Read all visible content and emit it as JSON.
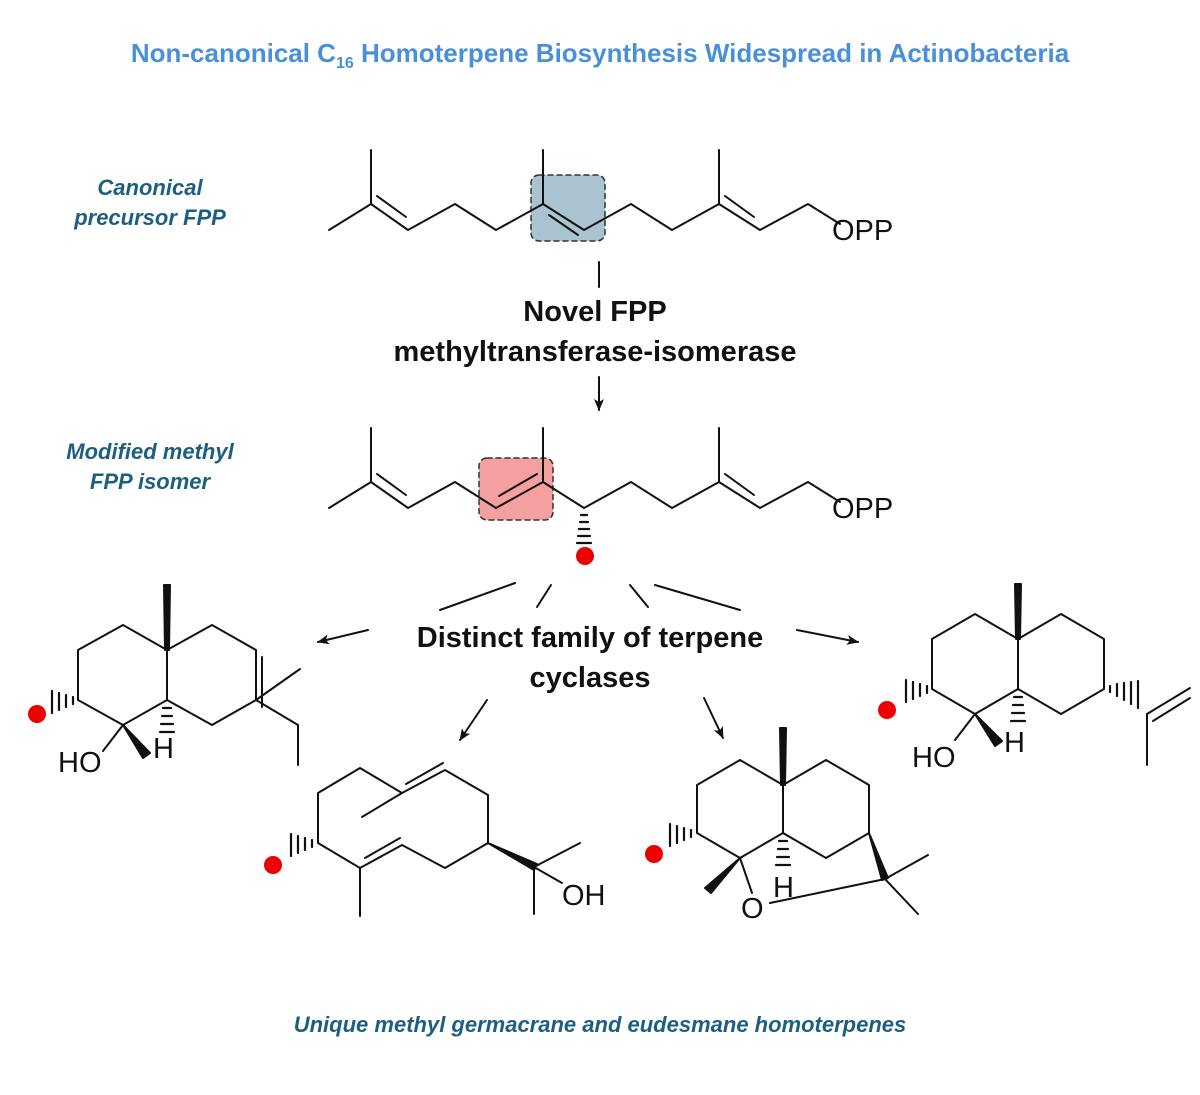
{
  "title": {
    "prefix": "Non-canonical C",
    "subscript": "16",
    "suffix": " Homoterpene Biosynthesis Widespread in Actinobacteria"
  },
  "labels": {
    "canonical_line1": "Canonical",
    "canonical_line2": "precursor FPP",
    "modified_line1": "Modified methyl",
    "modified_line2": "FPP isomer"
  },
  "enzymes": {
    "methyltransferase_line1": "Novel FPP",
    "methyltransferase_line2": "methyltransferase-isomerase",
    "cyclase_line1": "Distinct family of terpene",
    "cyclase_line2": "cyclases"
  },
  "atoms": {
    "opp": "OPP",
    "ho": "HO",
    "oh": "OH",
    "h": "H",
    "o": "O"
  },
  "footer": "Unique methyl germacrane and eudesmane homoterpenes",
  "colors": {
    "title": "#4a90d9",
    "labels": "#1d5f80",
    "highlight_fpp": "#a9c4d0",
    "highlight_isomer": "#f4a0a0",
    "methyl_dot": "#ee0000"
  }
}
